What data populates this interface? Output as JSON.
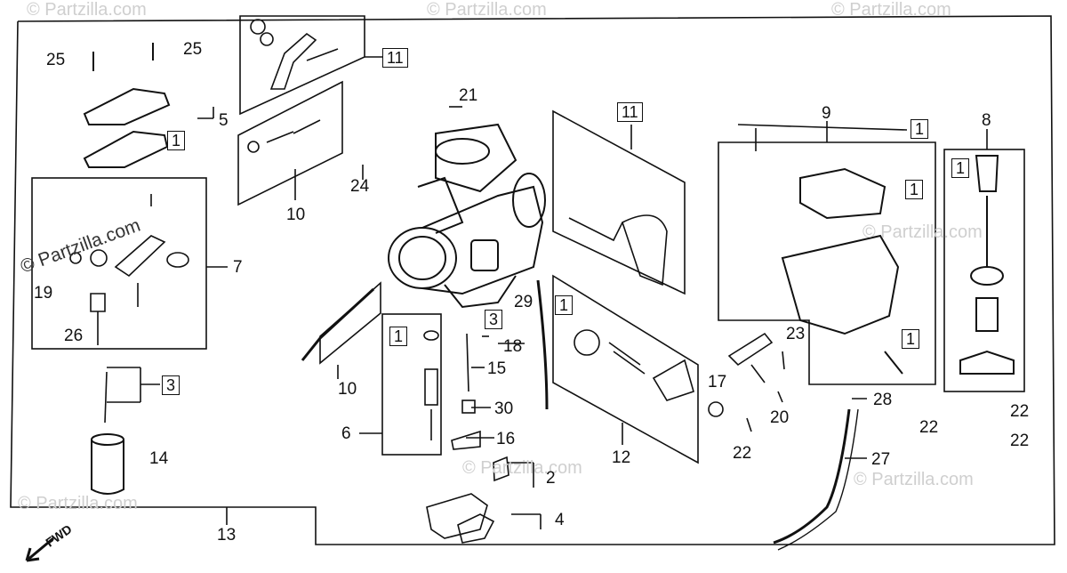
{
  "watermark": "© Partzilla.com",
  "fwd_label": "FWD",
  "callouts": {
    "c25a": "25",
    "c25b": "25",
    "c5": "5",
    "c7": "7",
    "c19": "19",
    "c26": "26",
    "c14": "14",
    "c13": "13",
    "c10a": "10",
    "c10b": "10",
    "c21": "21",
    "c24": "24",
    "c29": "29",
    "c18": "18",
    "c15": "15",
    "c30": "30",
    "c16": "16",
    "c6": "6",
    "c2": "2",
    "c4": "4",
    "c12": "12",
    "c9": "9",
    "c8": "8",
    "c23": "23",
    "c17": "17",
    "c20": "20",
    "c22a": "22",
    "c22b": "22",
    "c22c": "22",
    "c22d": "22",
    "c28": "28",
    "c27": "27"
  },
  "boxes": {
    "b1_top_left": "1",
    "b11_top": "11",
    "b3_left": "3",
    "b1_box6": "1",
    "b3_mid": "3",
    "b1_box12": "1",
    "b11_mid": "11",
    "b1_box9_top": "1",
    "b1_box9_gasket": "1",
    "b1_box9_bottom": "1",
    "b1_box8": "1"
  },
  "colors": {
    "ink": "#111111",
    "watermark": "#cfcfcf",
    "background": "#ffffff"
  }
}
